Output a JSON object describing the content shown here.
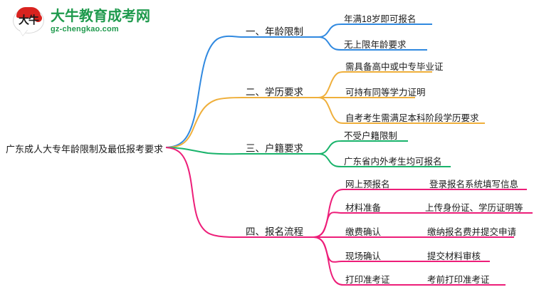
{
  "brand": {
    "mark_cn": "大牛",
    "title": "大牛教育成考网",
    "subtitle": "gz-chengkao.com",
    "color": "#1f9a4d",
    "mark_color": "#d9231f"
  },
  "mindmap": {
    "root": {
      "label": "广东成人大专年龄限制及最低报考要求"
    },
    "colors": {
      "branch1": "#3089e0",
      "branch2": "#efaf3b",
      "branch3": "#19b36b",
      "branch4": "#ed1e79"
    },
    "branches": [
      {
        "label": "一、年龄限制",
        "color": "#3089e0",
        "children": [
          {
            "label": "年满18岁即可报名",
            "children": []
          },
          {
            "label": "无上限年龄要求",
            "children": []
          }
        ]
      },
      {
        "label": "二、学历要求",
        "color": "#efaf3b",
        "children": [
          {
            "label": "需具备高中或中专毕业证",
            "children": []
          },
          {
            "label": "可持有同等学力证明",
            "children": []
          },
          {
            "label": "自考考生需满足本科阶段学历要求",
            "children": []
          }
        ]
      },
      {
        "label": "三、户籍要求",
        "color": "#19b36b",
        "children": [
          {
            "label": "不受户籍限制",
            "children": []
          },
          {
            "label": "广东省内外考生均可报名",
            "children": []
          }
        ]
      },
      {
        "label": "四、报名流程",
        "color": "#ed1e79",
        "children": [
          {
            "label": "网上预报名",
            "children": [
              {
                "label": "登录报名系统填写信息"
              }
            ]
          },
          {
            "label": "材料准备",
            "children": [
              {
                "label": "上传身份证、学历证明等"
              }
            ]
          },
          {
            "label": "缴费确认",
            "children": [
              {
                "label": "缴纳报名费并提交申请"
              }
            ]
          },
          {
            "label": "现场确认",
            "children": [
              {
                "label": "提交材料审核"
              }
            ]
          },
          {
            "label": "打印准考证",
            "children": [
              {
                "label": "考前打印准考证"
              }
            ]
          }
        ]
      }
    ]
  }
}
